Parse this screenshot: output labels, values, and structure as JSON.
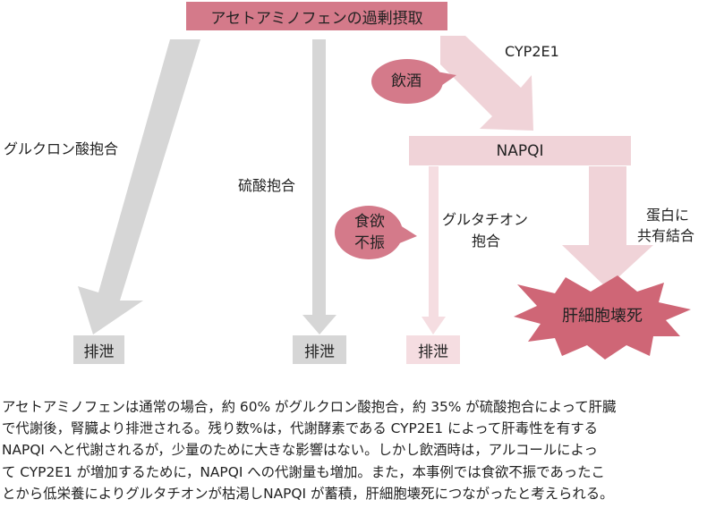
{
  "diagram": {
    "top_box": "アセトアミノフェンの過剰摂取",
    "labels": {
      "glucuronide": "グルクロン酸抱合",
      "sulfate": "硫酸抱合",
      "cyp": "CYP2E1",
      "glutathione": [
        "グルタチオン",
        "抱合"
      ],
      "protein": [
        "蛋白に",
        "共有結合"
      ]
    },
    "napqi_box": "NAPQI",
    "bubbles": {
      "alcohol": "飲酒",
      "anorexia": [
        "食欲",
        "不振"
      ]
    },
    "excretion": [
      "排泄",
      "排泄",
      "排泄"
    ],
    "necrosis": "肝細胞壊死"
  },
  "caption": [
    "アセトアミノフェンは通常の場合，約 60% がグルクロン酸抱合，約 35% が硫酸抱合によって肝臓",
    "で代謝後，腎臓より排泄される。残り数%は，代謝酵素である CYP2E1 によって肝毒性を有する",
    "NAPQI へと代謝されるが，少量のために大きな影響はない。しかし飲酒時は，アルコールによっ",
    "て CYP2E1 が増加するために，NAPQI への代謝量も増加。また，本事例では食欲不振であったこ",
    "とから低栄養によりグルタチオンが枯渇しNAPQI が蓄積，肝細胞壊死につながったと考えられる。"
  ],
  "colors": {
    "dark_pink": "#d47a8a",
    "light_pink": "#f0d3d8",
    "pale_pink": "#f5dde1",
    "gray": "#d6d6d6",
    "necrosis": "#cf6676"
  }
}
